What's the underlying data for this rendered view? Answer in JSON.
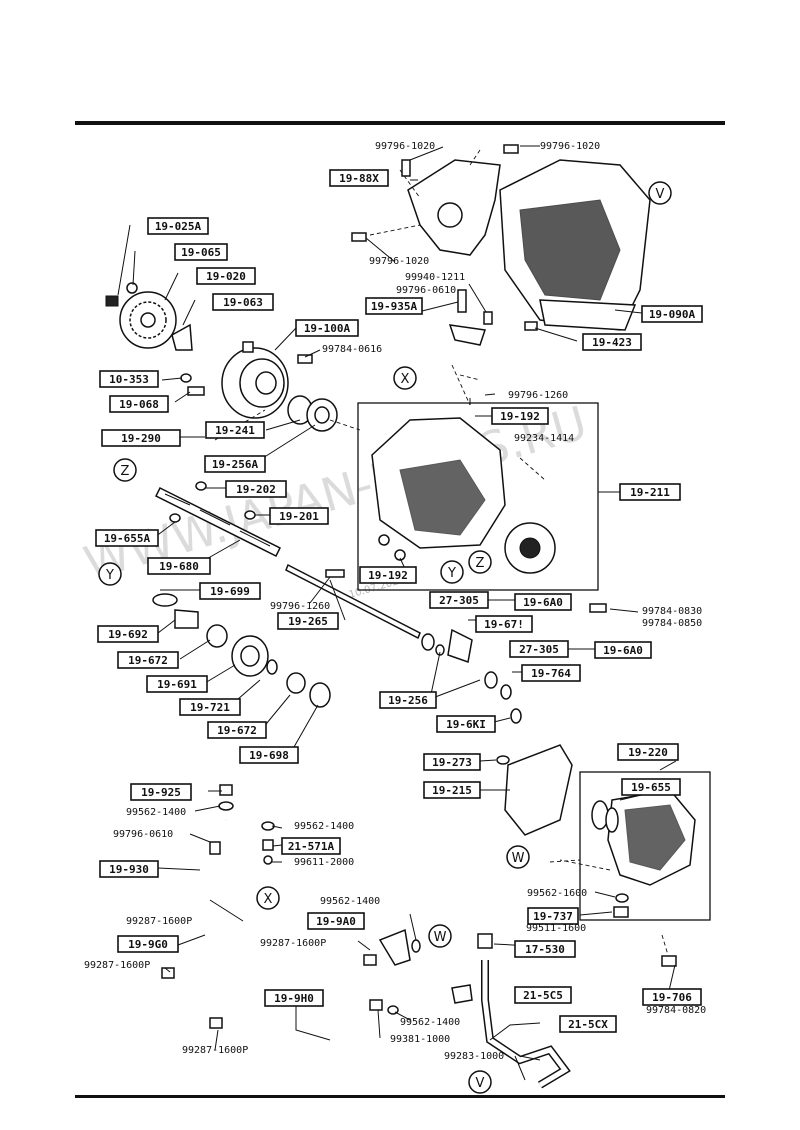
{
  "watermark": {
    "text": "WWW.JAPAN-PARTS.RU",
    "date": "10.07.2023"
  },
  "circles": [
    "V",
    "X",
    "Z",
    "Z",
    "Y",
    "Y",
    "W",
    "X",
    "W",
    "V"
  ],
  "labels": {
    "l_19_88x": "19-88X",
    "l_19_025a": "19-025A",
    "l_19_065": "19-065",
    "l_19_020": "19-020",
    "l_19_063": "19-063",
    "l_19_100a": "19-100A",
    "l_10_353": "10-353",
    "l_19_068": "19-068",
    "l_19_241": "19-241",
    "l_19_290": "19-290",
    "l_19_256a": "19-256A",
    "l_19_202": "19-202",
    "l_19_201": "19-201",
    "l_19_655a": "19-655A",
    "l_19_680": "19-680",
    "l_19_699": "19-699",
    "l_19_692": "19-692",
    "l_19_672a": "19-672",
    "l_19_691": "19-691",
    "l_19_721": "19-721",
    "l_19_672b": "19-672",
    "l_19_698": "19-698",
    "l_19_935a": "19-935A",
    "l_19_090a": "19-090A",
    "l_19_423": "19-423",
    "l_19_192a": "19-192",
    "l_19_211": "19-211",
    "l_19_192b": "19-192",
    "l_19_265": "19-265",
    "l_27_305a": "27-305",
    "l_19_6a0a": "19-6A0",
    "l_19_671": "19-67!",
    "l_27_305b": "27-305",
    "l_19_6a0b": "19-6A0",
    "l_19_764": "19-764",
    "l_19_256": "19-256",
    "l_19_6k1": "19-6KI",
    "l_19_273": "19-273",
    "l_19_215": "19-215",
    "l_19_220": "19-220",
    "l_19_655": "19-655",
    "l_19_737": "19-737",
    "l_17_530": "17-530",
    "l_19_706": "19-706",
    "l_21_5c5": "21-5C5",
    "l_21_5cx": "21-5CX",
    "l_19_925": "19-925",
    "l_19_930": "19-930",
    "l_21_571a": "21-571A",
    "l_19_9g0": "19-9G0",
    "l_19_9a0": "19-9A0",
    "l_19_9h0": "19-9H0"
  },
  "partnos": {
    "p_99796_1020a": "99796-1020",
    "p_99796_1020b": "99796-1020",
    "p_99796_1020c": "99796-1020",
    "p_99940_1211": "99940-1211",
    "p_99796_0610a": "99796-0610",
    "p_99784_0616": "99784-0616",
    "p_99796_1260a": "99796-1260",
    "p_99234_1414": "99234-1414",
    "p_99796_1260b": "99796-1260",
    "p_99784_0830": "99784-0830",
    "p_99784_0850": "99784-0850",
    "p_99562_1400a": "99562-1400",
    "p_99796_0610b": "99796-0610",
    "p_99562_1400b": "99562-1400",
    "p_99611_2000": "99611-2000",
    "p_99287_1600a": "99287-1600P",
    "p_99287_1600b": "99287-1600P",
    "p_99562_1400c": "99562-1400",
    "p_99287_1600c": "99287-1600P",
    "p_99562_1600": "99562-1600",
    "p_99511_1600": "99511-1600",
    "p_99562_1400d": "99562-1400",
    "p_99381_1000": "99381-1000",
    "p_99287_1600d": "99287-1600P",
    "p_99283_1000": "99283-1000",
    "p_99784_0820": "99784-0820"
  }
}
